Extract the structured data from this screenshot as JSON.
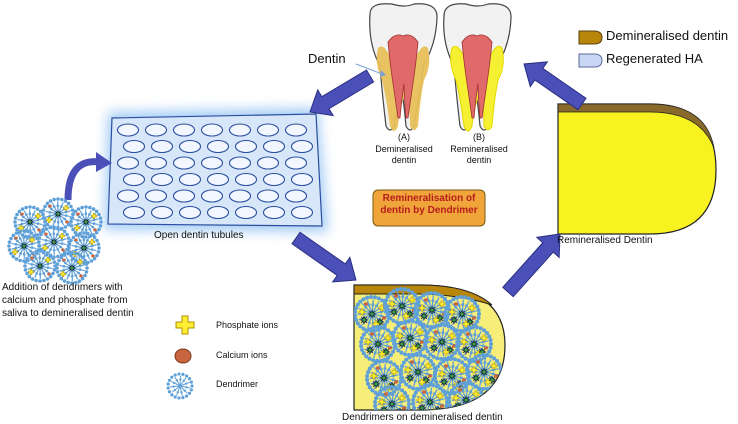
{
  "legend": {
    "demineralised": {
      "label": "Demineralised dentin",
      "color": "#b8860b"
    },
    "regenerated": {
      "label": "Regenerated HA",
      "color": "#c9d7f5"
    }
  },
  "teeth": {
    "pointer_label": "Dentin",
    "tooth_a": {
      "tag": "(A)",
      "caption": "Demineralised\ndentin"
    },
    "tooth_b": {
      "tag": "(B)",
      "caption": "Remineralised\ndentin"
    }
  },
  "center_box": {
    "text": "Remineralisation of\ndentin by Dendrimer",
    "fill": "#f0a53a",
    "text_color": "#b71c1c"
  },
  "tubules": {
    "caption": "Open dentin tubules"
  },
  "addition": {
    "caption": "Addition of dendrimers with\ncalcium and phosphate from\nsaliva to demineralised dentin"
  },
  "bottom_block": {
    "caption": "Dendrimers on demineralised dentin"
  },
  "right_block": {
    "caption": "Remineralised Dentin",
    "fill": "#f7f220"
  },
  "key": {
    "phosphate": {
      "label": "Phosphate ions",
      "color": "#ffee33"
    },
    "calcium": {
      "label": "Calcium ions",
      "color": "#c8653f"
    },
    "dendrimer": {
      "label": "Dendrimer",
      "color": "#5fa0d8"
    }
  },
  "arrow_color": "#4a50b8"
}
